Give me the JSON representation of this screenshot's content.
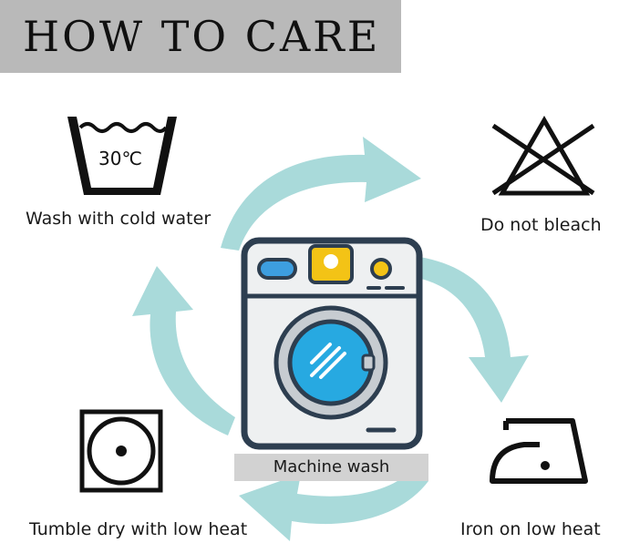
{
  "header": {
    "title": "HOW TO CARE"
  },
  "care": {
    "wash_label": "Wash with cold water",
    "wash_temp": "30℃",
    "bleach_label": "Do not bleach",
    "tumble_label": "Tumble dry with low heat",
    "iron_label": "Iron on low heat",
    "machine_label": "Machine wash"
  },
  "colors": {
    "arrow": "#a9dada",
    "header_bg": "#b9b9b9",
    "machine_outline": "#2d3e50",
    "drum_blue": "#27a9e1",
    "knob_yellow": "#f3c316",
    "panel_button_blue": "#3d9ee0"
  }
}
